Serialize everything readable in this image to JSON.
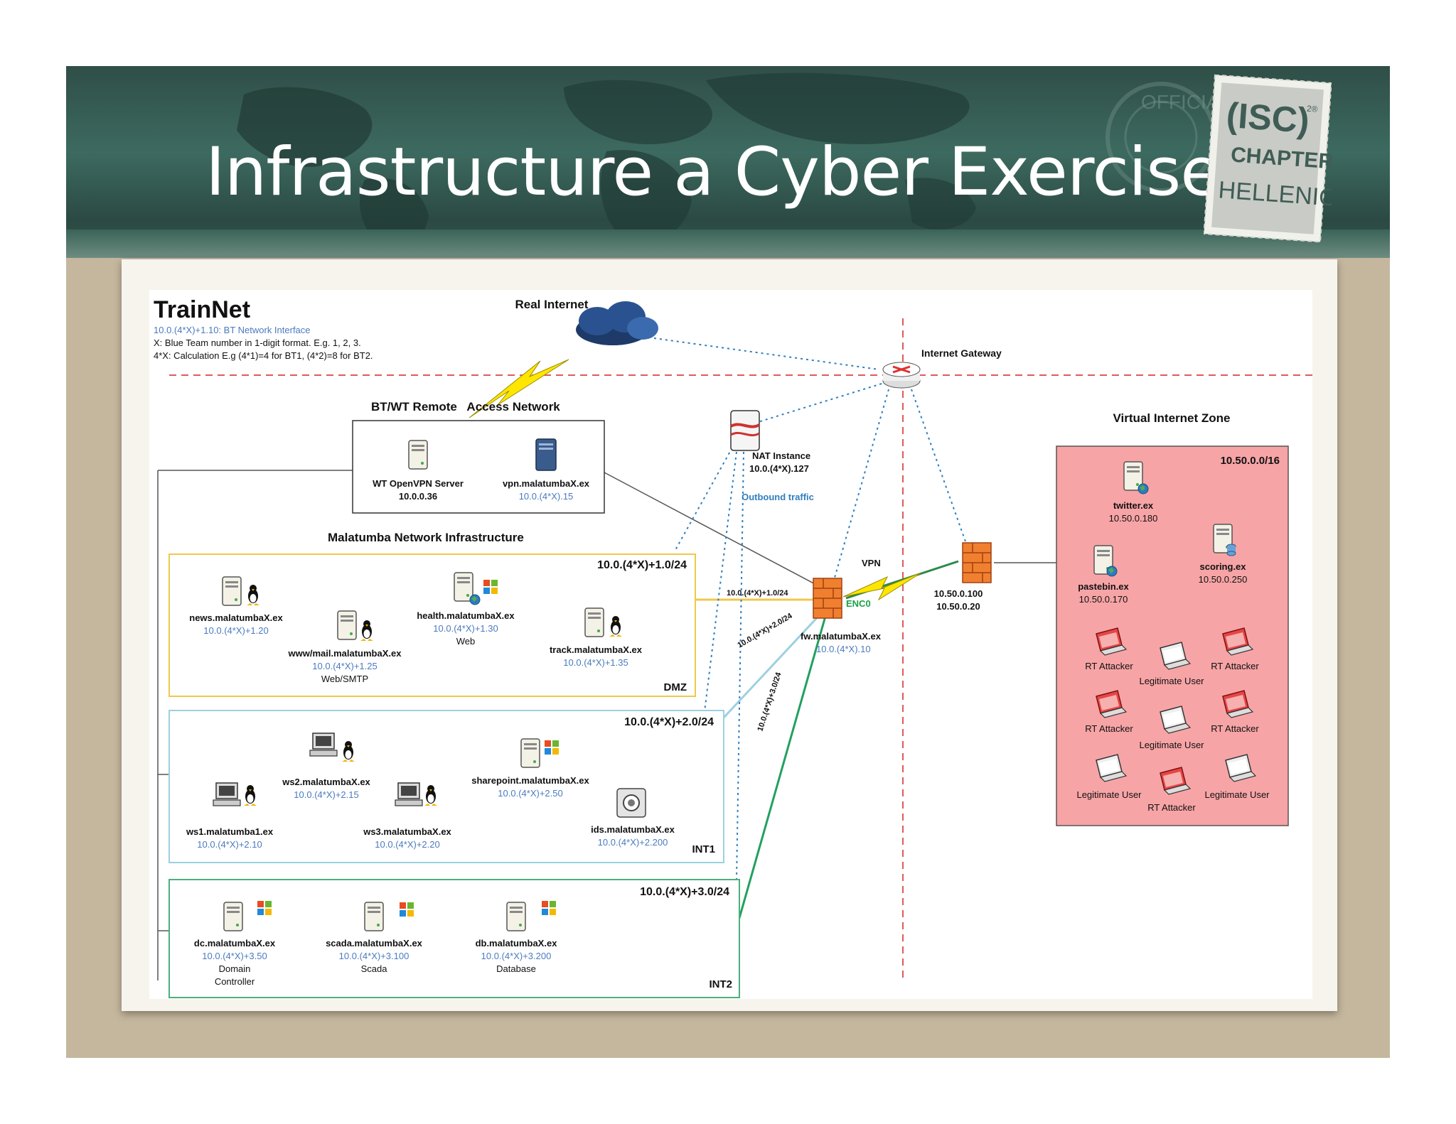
{
  "slide": {
    "title": "Infrastructure a Cyber Exercise",
    "logo": {
      "line1": "(ISC)",
      "sup": "2®",
      "line2": "CHAPTER",
      "line3": "HELLENIC",
      "watermark": "OFFICIAL"
    }
  },
  "diagram": {
    "title": "TrainNet",
    "legend": [
      "10.0.(4*X)+1.10: BT Network Interface",
      "X: Blue Team number in 1-digit format. E.g. 1, 2, 3.",
      "4*X: Calculation E.g (4*1)=4 for BT1, (4*2)=8 for BT2."
    ],
    "real_internet": "Real Internet",
    "internet_gateway": "Internet Gateway",
    "remote_access_network": "BT/WT Remote   Access Network",
    "wt_openvpn": {
      "name": "WT OpenVPN Server",
      "ip": "10.0.0.36"
    },
    "vpn_host": {
      "name": "vpn.malatumbaX.ex",
      "ip": "10.0.(4*X).15"
    },
    "nat": {
      "name": "NAT Instance",
      "ip": "10.0.(4*X).127"
    },
    "outbound": "Outbound traffic",
    "vpn_label": "VPN",
    "enc0": "ENC0",
    "fw": {
      "name": "fw.malatumbaX.ex",
      "ip": "10.0.(4*X).10"
    },
    "vi_fw_ips": [
      "10.50.0.100",
      "10.50.0.20"
    ],
    "malatumba": "Malatumba Network Infrastructure",
    "link_labels": [
      "10.0.(4*X)+1.0/24",
      "10.0.(4*X)+2.0/24",
      "10.0.(4*X)+3.0/24"
    ],
    "dmz": {
      "subnet": "10.0.(4*X)+1.0/24",
      "label": "DMZ",
      "hosts": [
        {
          "name": "news.malatumbaX.ex",
          "ip": "10.0.(4*X)+1.20",
          "role": ""
        },
        {
          "name": "www/mail.malatumbaX.ex",
          "ip": "10.0.(4*X)+1.25",
          "role": "Web/SMTP"
        },
        {
          "name": "health.malatumbaX.ex",
          "ip": "10.0.(4*X)+1.30",
          "role": "Web"
        },
        {
          "name": "track.malatumbaX.ex",
          "ip": "10.0.(4*X)+1.35",
          "role": ""
        }
      ]
    },
    "int1": {
      "subnet": "10.0.(4*X)+2.0/24",
      "label": "INT1",
      "hosts": [
        {
          "name": "ws1.malatumba1.ex",
          "ip": "10.0.(4*X)+2.10"
        },
        {
          "name": "ws2.malatumbaX.ex",
          "ip": "10.0.(4*X)+2.15"
        },
        {
          "name": "ws3.malatumbaX.ex",
          "ip": "10.0.(4*X)+2.20"
        },
        {
          "name": "sharepoint.malatumbaX.ex",
          "ip": "10.0.(4*X)+2.50"
        },
        {
          "name": "ids.malatumbaX.ex",
          "ip": "10.0.(4*X)+2.200"
        }
      ]
    },
    "int2": {
      "subnet": "10.0.(4*X)+3.0/24",
      "label": "INT2",
      "hosts": [
        {
          "name": "dc.malatumbaX.ex",
          "ip": "10.0.(4*X)+3.50",
          "role1": "Domain",
          "role2": "Controller"
        },
        {
          "name": "scada.malatumbaX.ex",
          "ip": "10.0.(4*X)+3.100",
          "role1": "Scada",
          "role2": ""
        },
        {
          "name": "db.malatumbaX.ex",
          "ip": "10.0.(4*X)+3.200",
          "role1": "Database",
          "role2": ""
        }
      ]
    },
    "virtual_zone": {
      "title": "Virtual Internet Zone",
      "subnet": "10.50.0.0/16",
      "twitter": {
        "name": "twitter.ex",
        "ip": "10.50.0.180"
      },
      "pastebin": {
        "name": "pastebin.ex",
        "ip": "10.50.0.170"
      },
      "scoring": {
        "name": "scoring.ex",
        "ip": "10.50.0.250"
      },
      "rt_attacker": "RT Attacker",
      "legit_user": "Legitimate User"
    }
  },
  "colors": {
    "dmz_border": "#f0c84a",
    "int1_border": "#9dd0e0",
    "int2_border": "#4caf7d",
    "zone_fill": "#f7a4a6",
    "blue_text": "#4a7bbf",
    "banner": "#2f4e47"
  }
}
